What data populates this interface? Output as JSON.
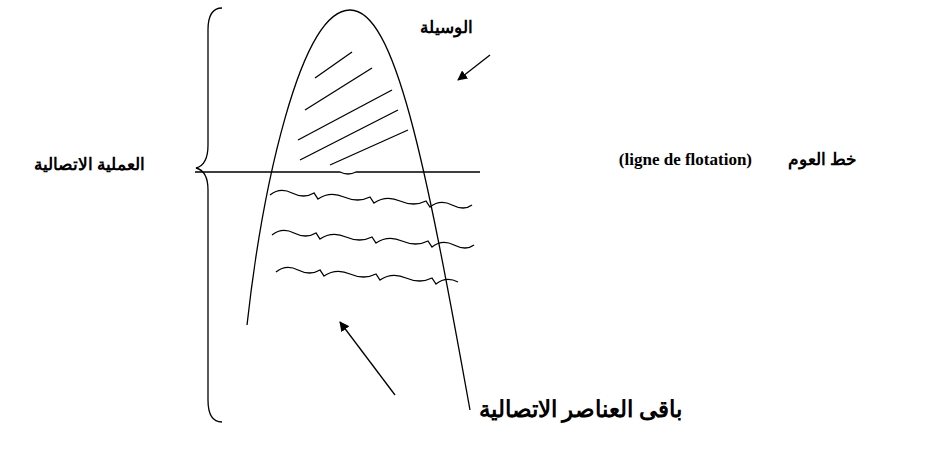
{
  "diagram": {
    "labels": [
      "الوسيلة",
      "خط العوم",
      "(ligne de flotation)",
      "العملية الاتصالية",
      "باقى العناصر الاتصالية"
    ]
  }
}
